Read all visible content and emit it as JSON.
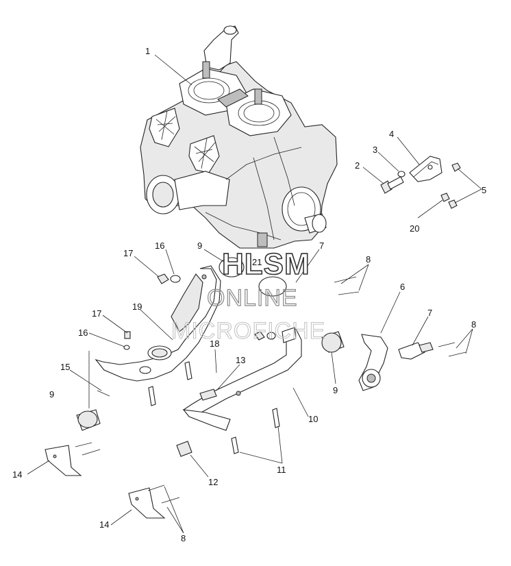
{
  "callouts": [
    {
      "id": "c1",
      "text": "1"
    },
    {
      "id": "c2",
      "text": "2"
    },
    {
      "id": "c3",
      "text": "3"
    },
    {
      "id": "c4",
      "text": "4"
    },
    {
      "id": "c5",
      "text": "5"
    },
    {
      "id": "c20",
      "text": "20"
    },
    {
      "id": "c17a",
      "text": "17"
    },
    {
      "id": "c16a",
      "text": "16"
    },
    {
      "id": "c9a",
      "text": "9"
    },
    {
      "id": "c21",
      "text": "21"
    },
    {
      "id": "c7a",
      "text": "7"
    },
    {
      "id": "c8a",
      "text": "8"
    },
    {
      "id": "c19",
      "text": "19"
    },
    {
      "id": "c17b",
      "text": "17"
    },
    {
      "id": "c16b",
      "text": "16"
    },
    {
      "id": "c18",
      "text": "18"
    },
    {
      "id": "c13",
      "text": "13"
    },
    {
      "id": "c6",
      "text": "6"
    },
    {
      "id": "c7b",
      "text": "7"
    },
    {
      "id": "c8b",
      "text": "8"
    },
    {
      "id": "c15",
      "text": "15"
    },
    {
      "id": "c9b",
      "text": "9"
    },
    {
      "id": "c9c",
      "text": "9"
    },
    {
      "id": "c10",
      "text": "10"
    },
    {
      "id": "c11",
      "text": "11"
    },
    {
      "id": "c12",
      "text": "12"
    },
    {
      "id": "c14a",
      "text": "14"
    },
    {
      "id": "c14b",
      "text": "14"
    },
    {
      "id": "c8c",
      "text": "8"
    }
  ],
  "watermark": {
    "line1": "HLSM",
    "line2": "ONLINE",
    "line3": "MICROFICHE"
  }
}
